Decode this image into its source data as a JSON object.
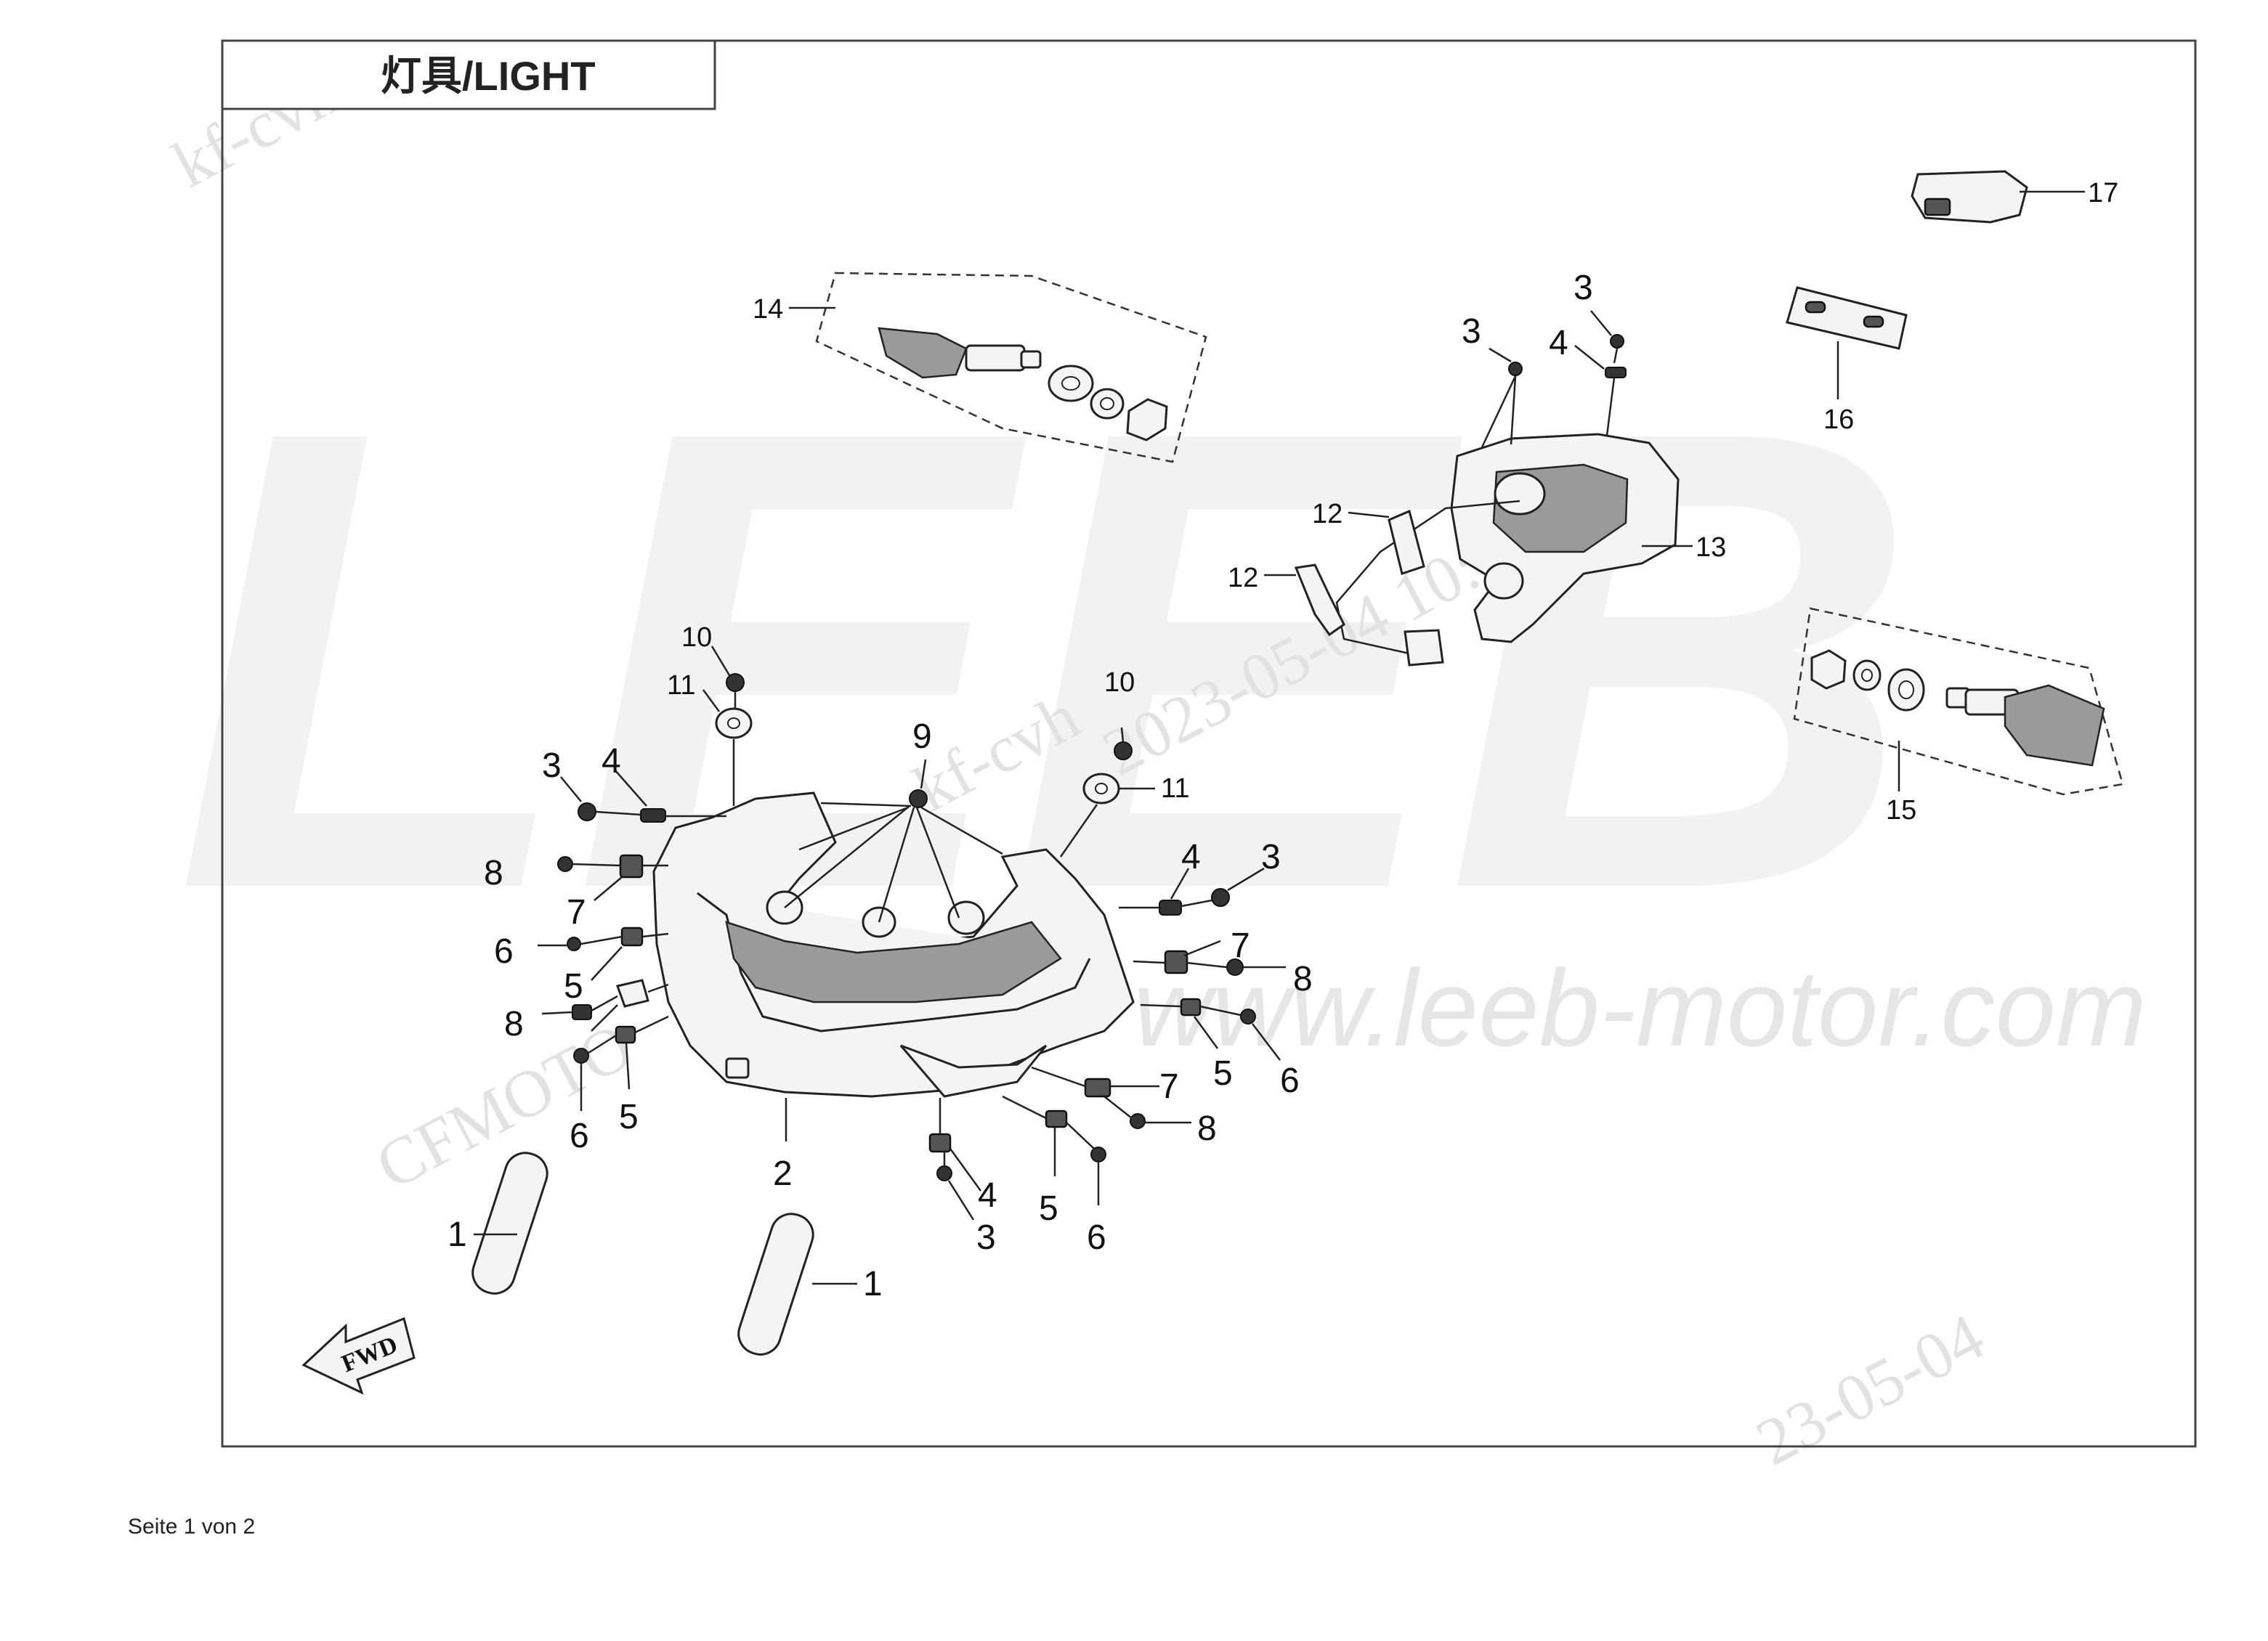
{
  "title": "灯具/LIGHT",
  "footer": "Seite 1 von 2",
  "watermarks": {
    "brand": "LEEB",
    "url": "www.leeb-motor.com",
    "stamp_date": "2023-05-04 10:21:42",
    "stamp_date_lower": "23-05-04",
    "stamp_user": "kf-cvh",
    "stamp_company": "CFMOTO"
  },
  "fwd_label": "FWD",
  "callouts": {
    "c1a": "1",
    "c1b": "1",
    "c2": "2",
    "c3a": "3",
    "c3b": "3",
    "c3c": "3",
    "c3d": "3",
    "c3e": "3",
    "c4a": "4",
    "c4b": "4",
    "c4c": "4",
    "c4d": "4",
    "c5a": "5",
    "c5b": "5",
    "c5c": "5",
    "c5d": "5",
    "c6a": "6",
    "c6b": "6",
    "c6c": "6",
    "c6d": "6",
    "c7a": "7",
    "c7b": "7",
    "c7c": "7",
    "c8a": "8",
    "c8b": "8",
    "c8c": "8",
    "c8d": "8",
    "c9": "9",
    "c10a": "10",
    "c10b": "10",
    "c11a": "11",
    "c11b": "11",
    "c12a": "12",
    "c12b": "12",
    "c13": "13",
    "c14": "14",
    "c15": "15",
    "c16": "16",
    "c17": "17"
  }
}
